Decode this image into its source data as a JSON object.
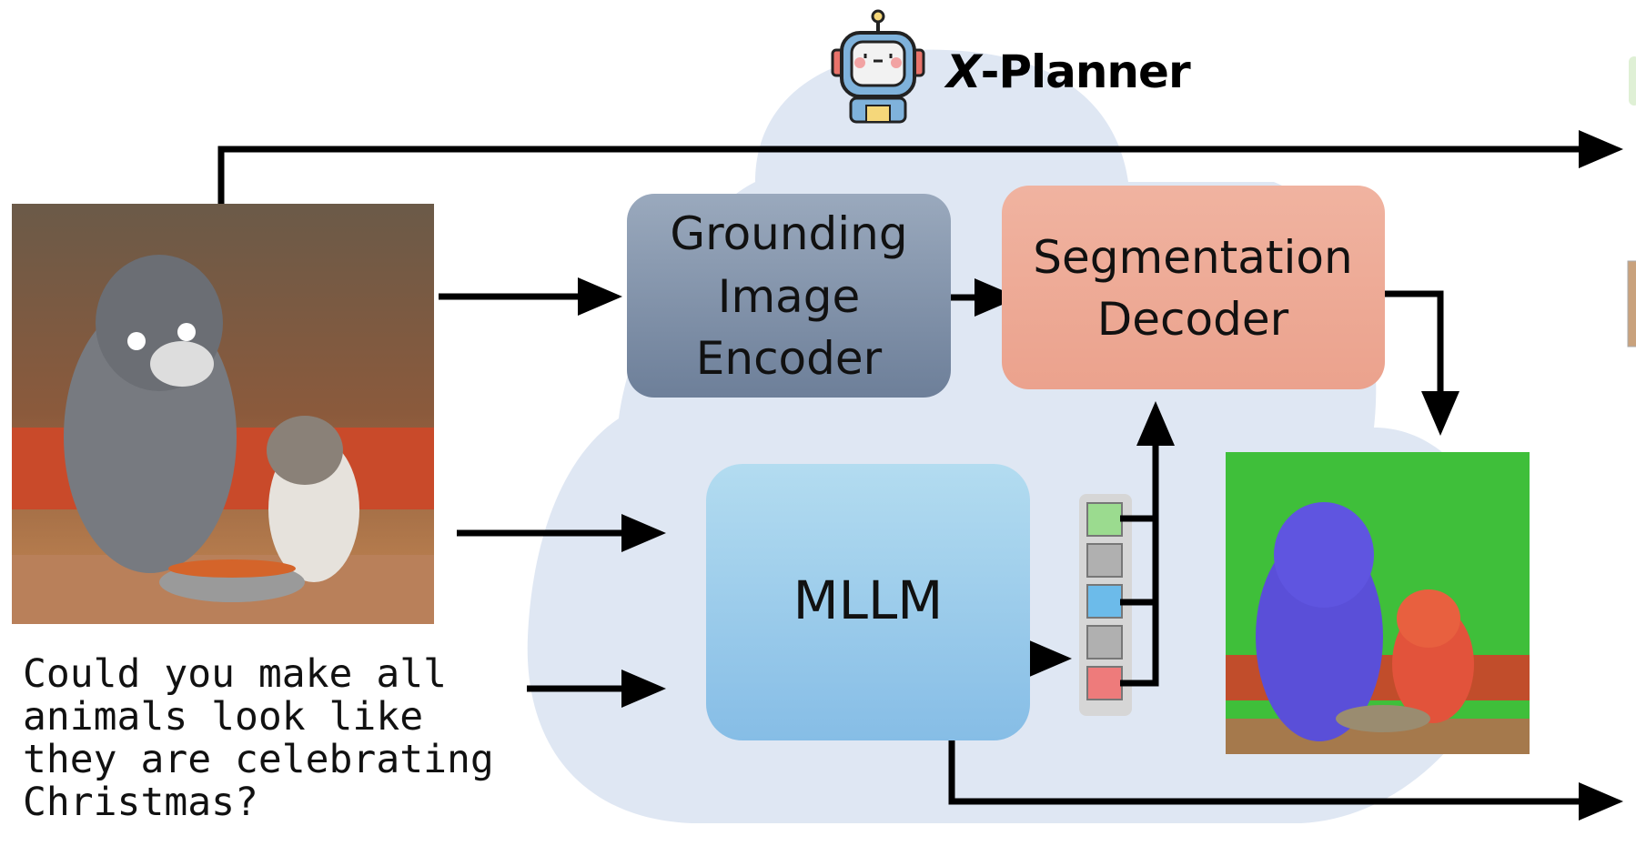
{
  "title": {
    "prefix": "X",
    "suffix": "-Planner"
  },
  "icons": {
    "planner": "robot-icon"
  },
  "boxes": {
    "grounding": [
      "Grounding",
      "Image",
      "Encoder"
    ],
    "segmentation": [
      "Segmentation",
      "Decoder"
    ],
    "mllm": "MLLM"
  },
  "prompt": "Could you make all\nanimals look like\nthey are celebrating\nChristmas?",
  "tokens": [
    {
      "color": "#9bdb8f"
    },
    {
      "color": "#b0b0b0"
    },
    {
      "color": "#6cbbea"
    },
    {
      "color": "#b0b0b0"
    },
    {
      "color": "#ee7b7b"
    }
  ],
  "colors": {
    "cloud": "#dfe7f3",
    "grounding_top": "#9aa9bd",
    "grounding_bottom": "#6d7f99",
    "segmentation": "#eeaa95",
    "mllm_top": "#b3dcf0",
    "mllm_bottom": "#86bde6",
    "token_panel": "#d6d6d6"
  }
}
